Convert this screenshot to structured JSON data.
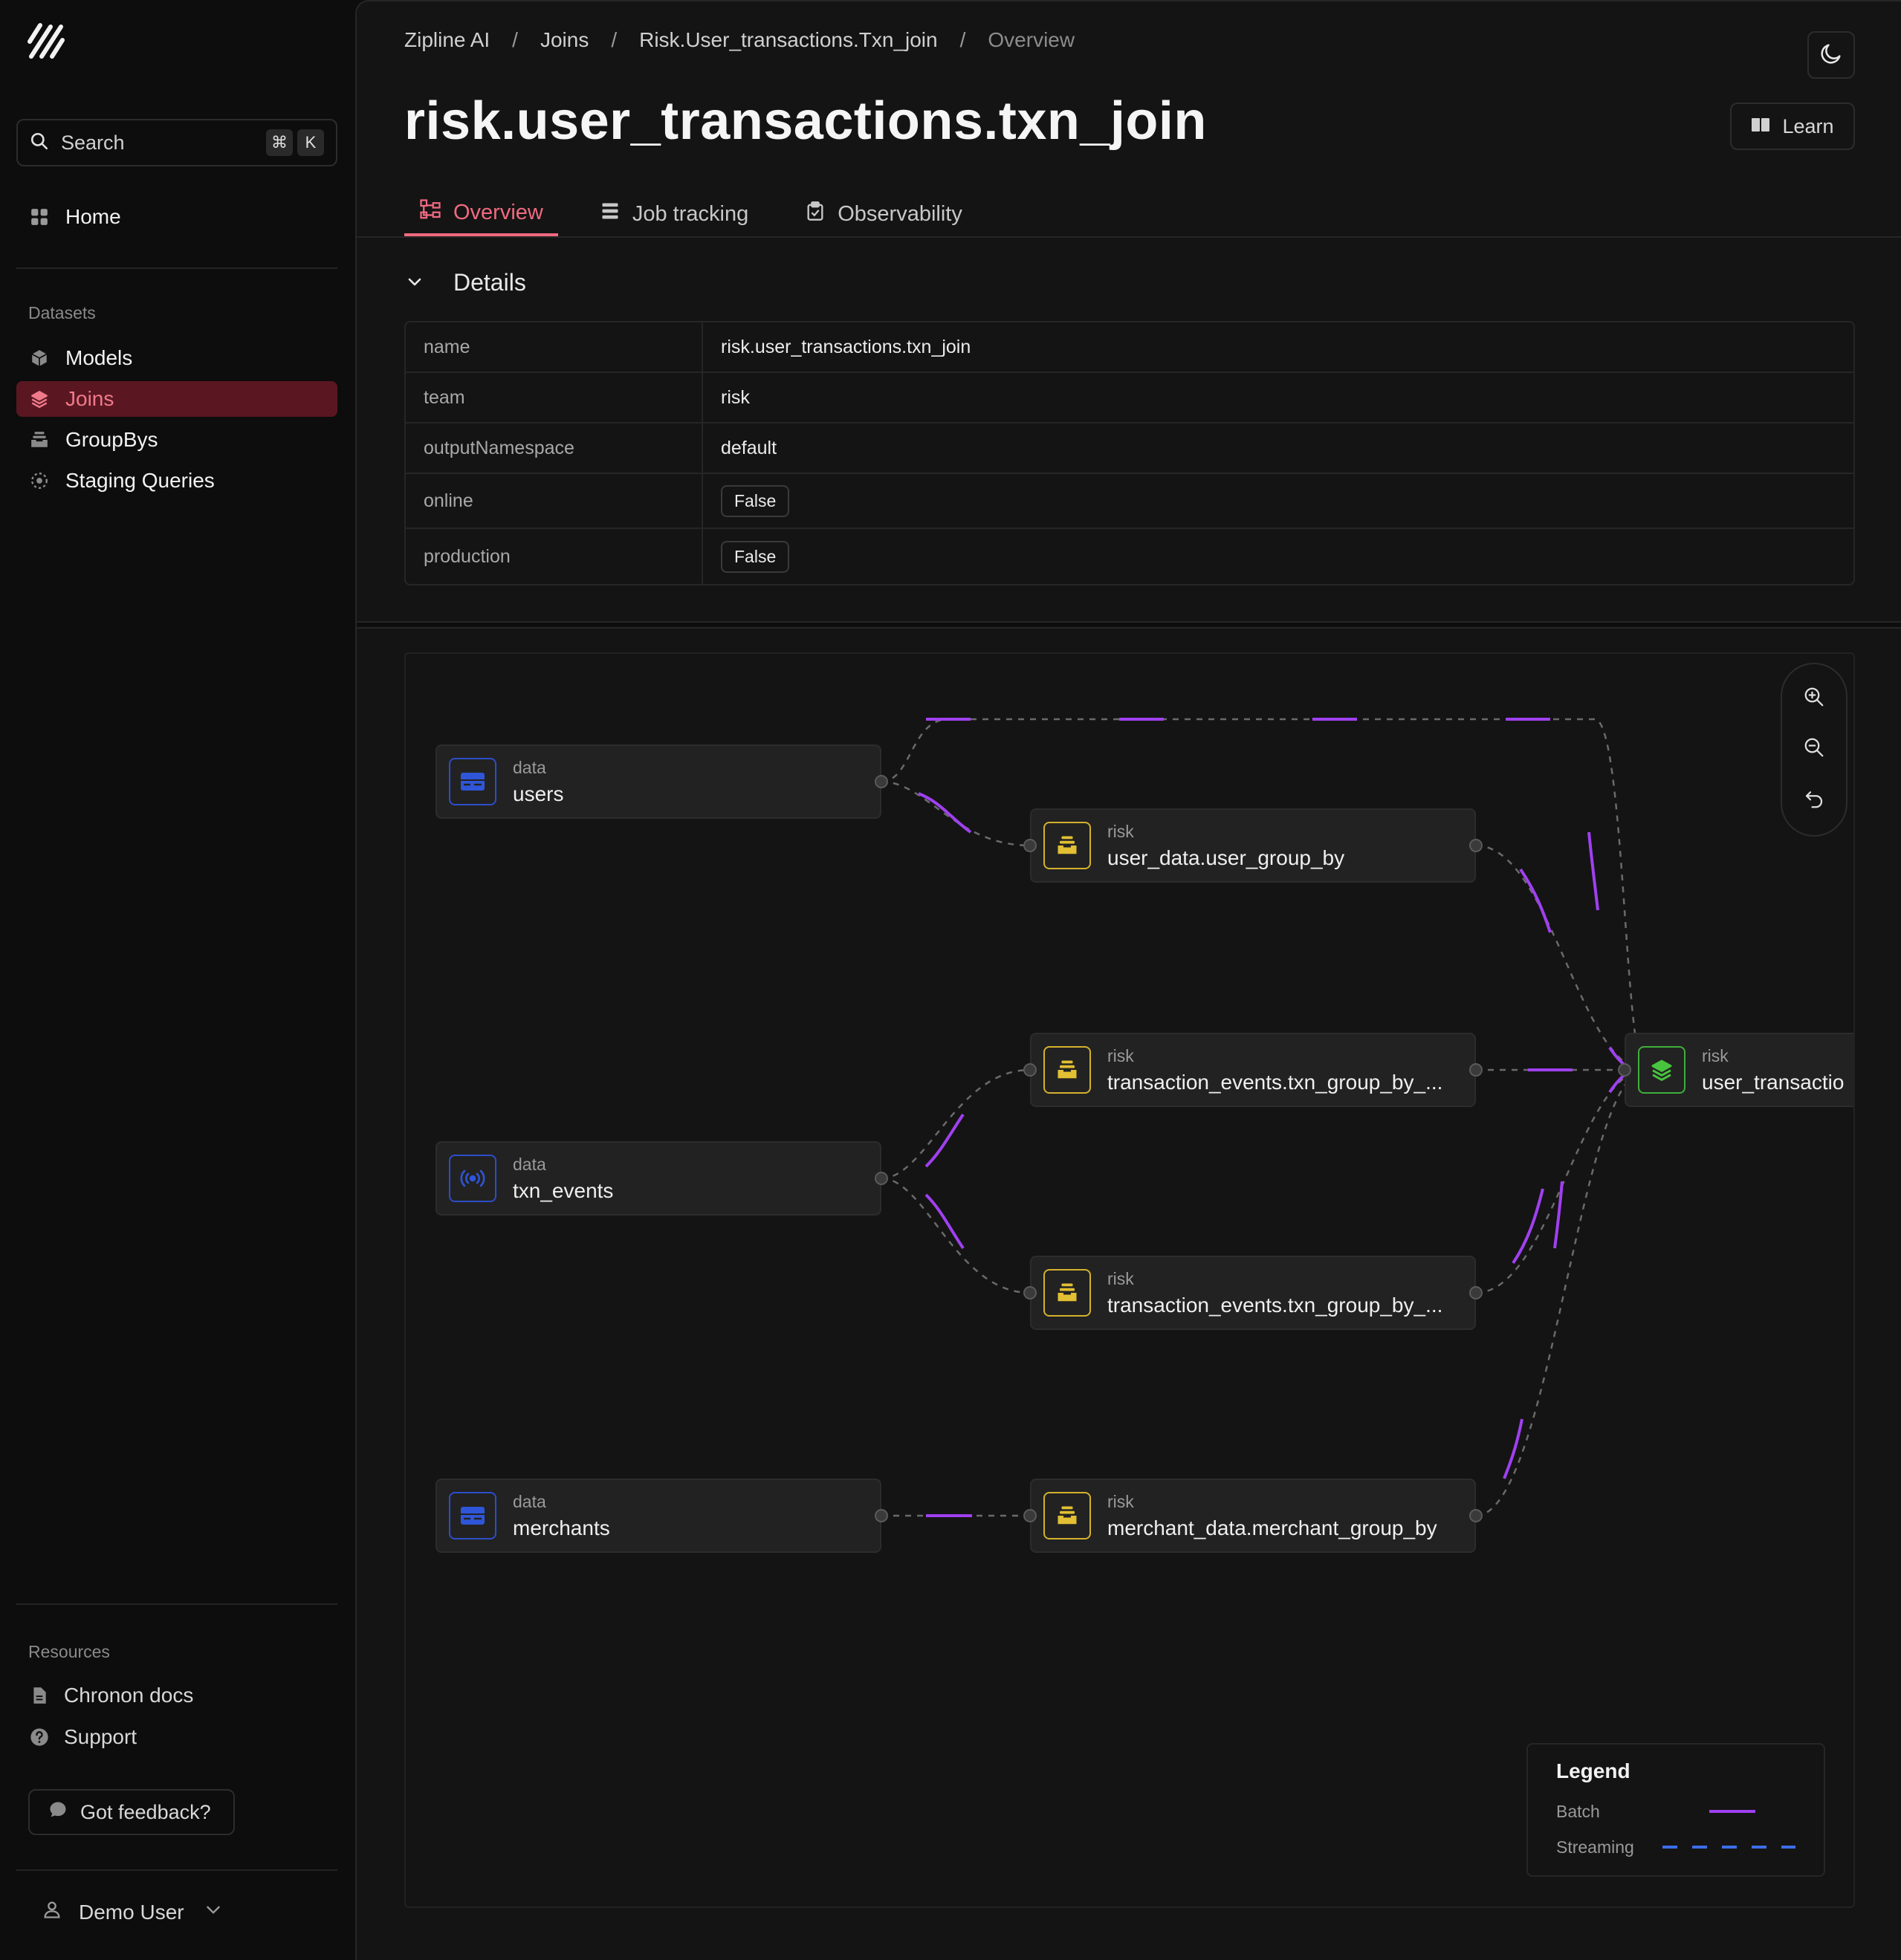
{
  "sidebar": {
    "search": {
      "label": "Search",
      "shortcut": [
        "⌘",
        "K"
      ]
    },
    "home": "Home",
    "datasets_label": "Datasets",
    "items": [
      {
        "label": "Models",
        "icon": "cube-icon",
        "active": false
      },
      {
        "label": "Joins",
        "icon": "layers-icon",
        "active": true
      },
      {
        "label": "GroupBys",
        "icon": "tray-icon",
        "active": false
      },
      {
        "label": "Staging Queries",
        "icon": "dashed-circle-icon",
        "active": false
      }
    ],
    "resources_label": "Resources",
    "resources": [
      {
        "label": "Chronon docs",
        "icon": "document-icon"
      },
      {
        "label": "Support",
        "icon": "question-icon"
      }
    ],
    "feedback": "Got feedback?",
    "user": "Demo User"
  },
  "header": {
    "breadcrumb": [
      "Zipline AI",
      "Joins",
      "Risk.User_transactions.Txn_join",
      "Overview"
    ],
    "title": "risk.user_transactions.txn_join",
    "learn": "Learn"
  },
  "tabs": [
    {
      "label": "Overview",
      "active": true
    },
    {
      "label": "Job tracking",
      "active": false
    },
    {
      "label": "Observability",
      "active": false
    }
  ],
  "details": {
    "heading": "Details",
    "rows": [
      {
        "key": "name",
        "value": "risk.user_transactions.txn_join",
        "badge": false
      },
      {
        "key": "team",
        "value": "risk",
        "badge": false
      },
      {
        "key": "outputNamespace",
        "value": "default",
        "badge": false
      },
      {
        "key": "online",
        "value": "False",
        "badge": true
      },
      {
        "key": "production",
        "value": "False",
        "badge": true
      }
    ]
  },
  "graph": {
    "nodes": [
      {
        "type": "data",
        "name": "users",
        "icon": "table-icon"
      },
      {
        "type": "data",
        "name": "txn_events",
        "icon": "broadcast-icon"
      },
      {
        "type": "data",
        "name": "merchants",
        "icon": "table-icon"
      },
      {
        "type": "risk",
        "name": "user_data.user_group_by",
        "icon": "tray-icon"
      },
      {
        "type": "risk",
        "name": "transaction_events.txn_group_by_...",
        "icon": "tray-icon"
      },
      {
        "type": "risk",
        "name": "transaction_events.txn_group_by_...",
        "icon": "tray-icon"
      },
      {
        "type": "risk",
        "name": "merchant_data.merchant_group_by",
        "icon": "tray-icon"
      },
      {
        "type": "risk",
        "name": "user_transactio",
        "icon": "layers-icon"
      }
    ],
    "legend": {
      "title": "Legend",
      "batch": "Batch",
      "streaming": "Streaming"
    },
    "colors": {
      "batch": "#a040f0",
      "streaming": "#3b6ee8",
      "accent": "#f06a80"
    }
  }
}
